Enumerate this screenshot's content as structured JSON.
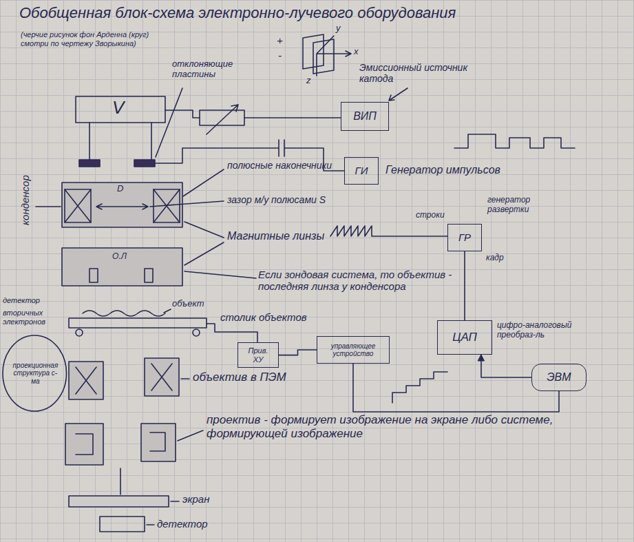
{
  "diagram": {
    "title": "Обобщенная блок-схема электронно-лучевого оборудования",
    "nodes": [
      {
        "text": [
          "ВИП"
        ]
      },
      {
        "text": [
          "ГИ"
        ]
      },
      {
        "text": [
          "ГР"
        ]
      },
      {
        "text": [
          "ЦАП"
        ]
      },
      {
        "text": [
          "проекционная структура с-ма"
        ]
      },
      {
        "text": [
          "Прив. ХУ"
        ]
      },
      {
        "text": [
          "управляющее устройство"
        ]
      },
      {
        "text": [
          "ЭВМ"
        ]
      }
    ],
    "edges": [
      {
        "from": 3,
        "to": 2,
        "arrow": "none"
      },
      {
        "from": 5,
        "to": 6,
        "arrow": "none"
      },
      {
        "from": 6,
        "to": 7,
        "arrow": "none"
      },
      {
        "from": 7,
        "to": 3,
        "arrow": "to"
      }
    ],
    "labels": [
      "(черчие рисунок фон Арденна (круг) смотри по чертежу Зворыкина)",
      "отклоняющие пластины",
      "+",
      "-",
      "x",
      "y",
      "z",
      "Эмиссионный источник катода",
      "V",
      "Генератор импульсов",
      "полюсные наконечники",
      "D",
      "зазор м/у полюсами S",
      "генератор развертки",
      "строки",
      "Магнитные линзы",
      "кадр",
      "О.Л",
      "Если зондовая система, то объектив - последняя линза у конденсора",
      "конденсор",
      "детектор",
      "вторичных электронов",
      "объект",
      "столик объектов",
      "цифро-аналоговый преобраз-ль",
      "объектив в ПЭМ",
      "проектив - формирует изображение на экране либо системе, формирующей изображение",
      "экран",
      "детектор"
    ]
  }
}
